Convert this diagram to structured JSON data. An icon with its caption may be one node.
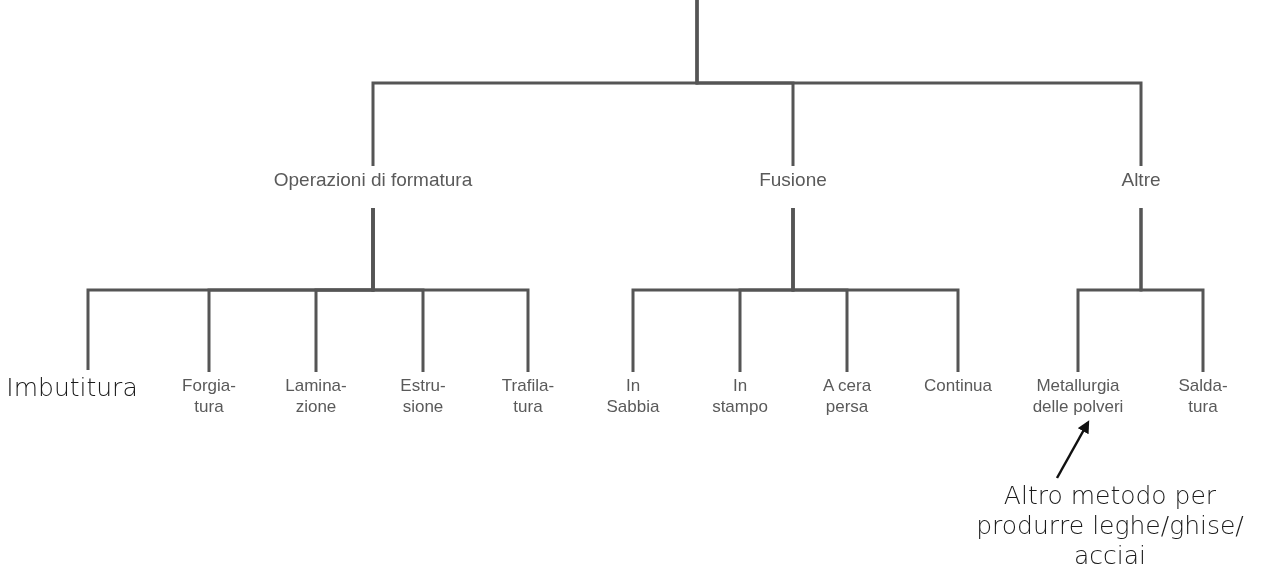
{
  "diagram": {
    "nodes": [
      {
        "text": [
          "Operazioni di formatura"
        ]
      },
      {
        "text": [
          "Fusione"
        ]
      },
      {
        "text": [
          "Altre"
        ]
      },
      {
        "text": [
          "Imbutitura"
        ]
      },
      {
        "text": [
          "Forgia- tura"
        ]
      },
      {
        "text": [
          "Lamina- zione"
        ]
      },
      {
        "text": [
          "Estru- sione"
        ]
      },
      {
        "text": [
          "Trafila- tura"
        ]
      },
      {
        "text": [
          "In Sabbia"
        ]
      },
      {
        "text": [
          "In stampo"
        ]
      },
      {
        "text": [
          "A cera persa"
        ]
      },
      {
        "text": [
          "Continua"
        ]
      },
      {
        "text": [
          "Metallurgia delle polveri"
        ]
      },
      {
        "text": [
          "Salda- tura"
        ]
      },
      {
        "text": [
          "Altro metodo per produrre leghe/ghise/ acciai"
        ]
      }
    ],
    "edges": [
      {
        "from": null,
        "to": 0,
        "arrow": "none"
      },
      {
        "from": null,
        "to": 1,
        "arrow": "none"
      },
      {
        "from": null,
        "to": 2,
        "arrow": "none"
      },
      {
        "from": 0,
        "to": 3,
        "arrow": "none"
      },
      {
        "from": 0,
        "to": 4,
        "arrow": "none"
      },
      {
        "from": 0,
        "to": 5,
        "arrow": "none"
      },
      {
        "from": 0,
        "to": 6,
        "arrow": "none"
      },
      {
        "from": 0,
        "to": 7,
        "arrow": "none"
      },
      {
        "from": 1,
        "to": 8,
        "arrow": "none"
      },
      {
        "from": 1,
        "to": 9,
        "arrow": "none"
      },
      {
        "from": 1,
        "to": 10,
        "arrow": "none"
      },
      {
        "from": 1,
        "to": 11,
        "arrow": "none"
      },
      {
        "from": 2,
        "to": 12,
        "arrow": "none"
      },
      {
        "from": 2,
        "to": 13,
        "arrow": "none"
      },
      {
        "from": 14,
        "to": 12,
        "arrow": "to",
        "color": "#111111"
      }
    ]
  }
}
